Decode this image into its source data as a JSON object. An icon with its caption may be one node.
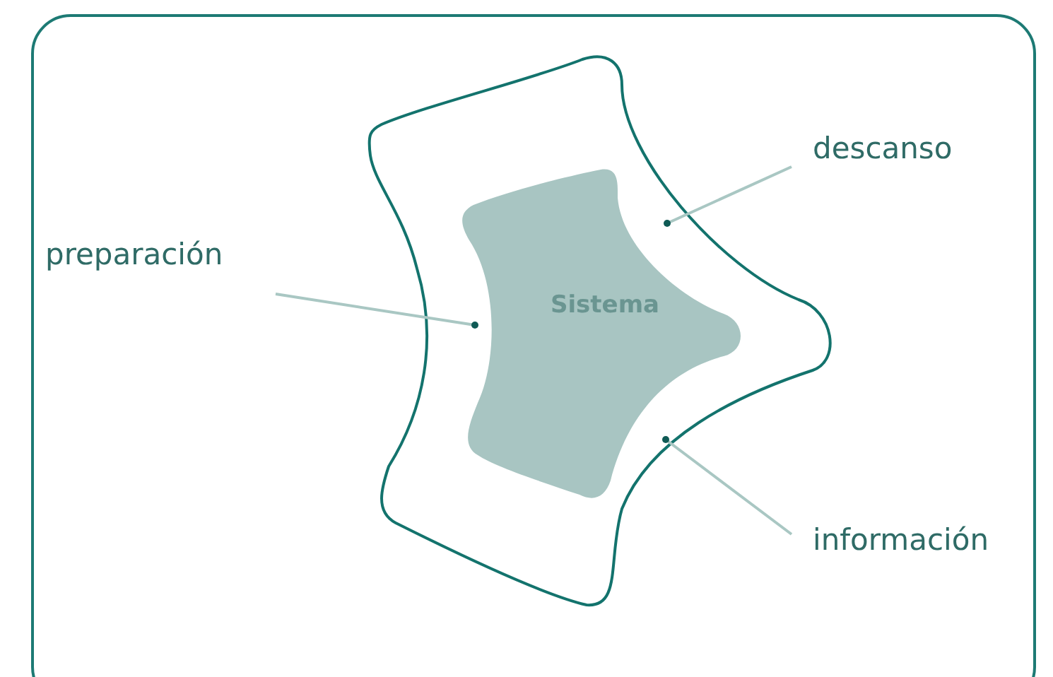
{
  "diagram": {
    "nodes": [
      {
        "text": [],
        "shape": "blob"
      },
      {
        "text": [
          "Sistema"
        ],
        "in": 0
      },
      {
        "text": [
          "preparación"
        ]
      },
      {
        "text": [
          "descanso"
        ]
      },
      {
        "text": [
          "información"
        ]
      }
    ],
    "edges": [
      {
        "from": 2,
        "to": 0,
        "arrow": "other"
      },
      {
        "from": 3,
        "to": 0,
        "arrow": "other"
      },
      {
        "from": 4,
        "to": 0,
        "arrow": "other"
      }
    ]
  }
}
